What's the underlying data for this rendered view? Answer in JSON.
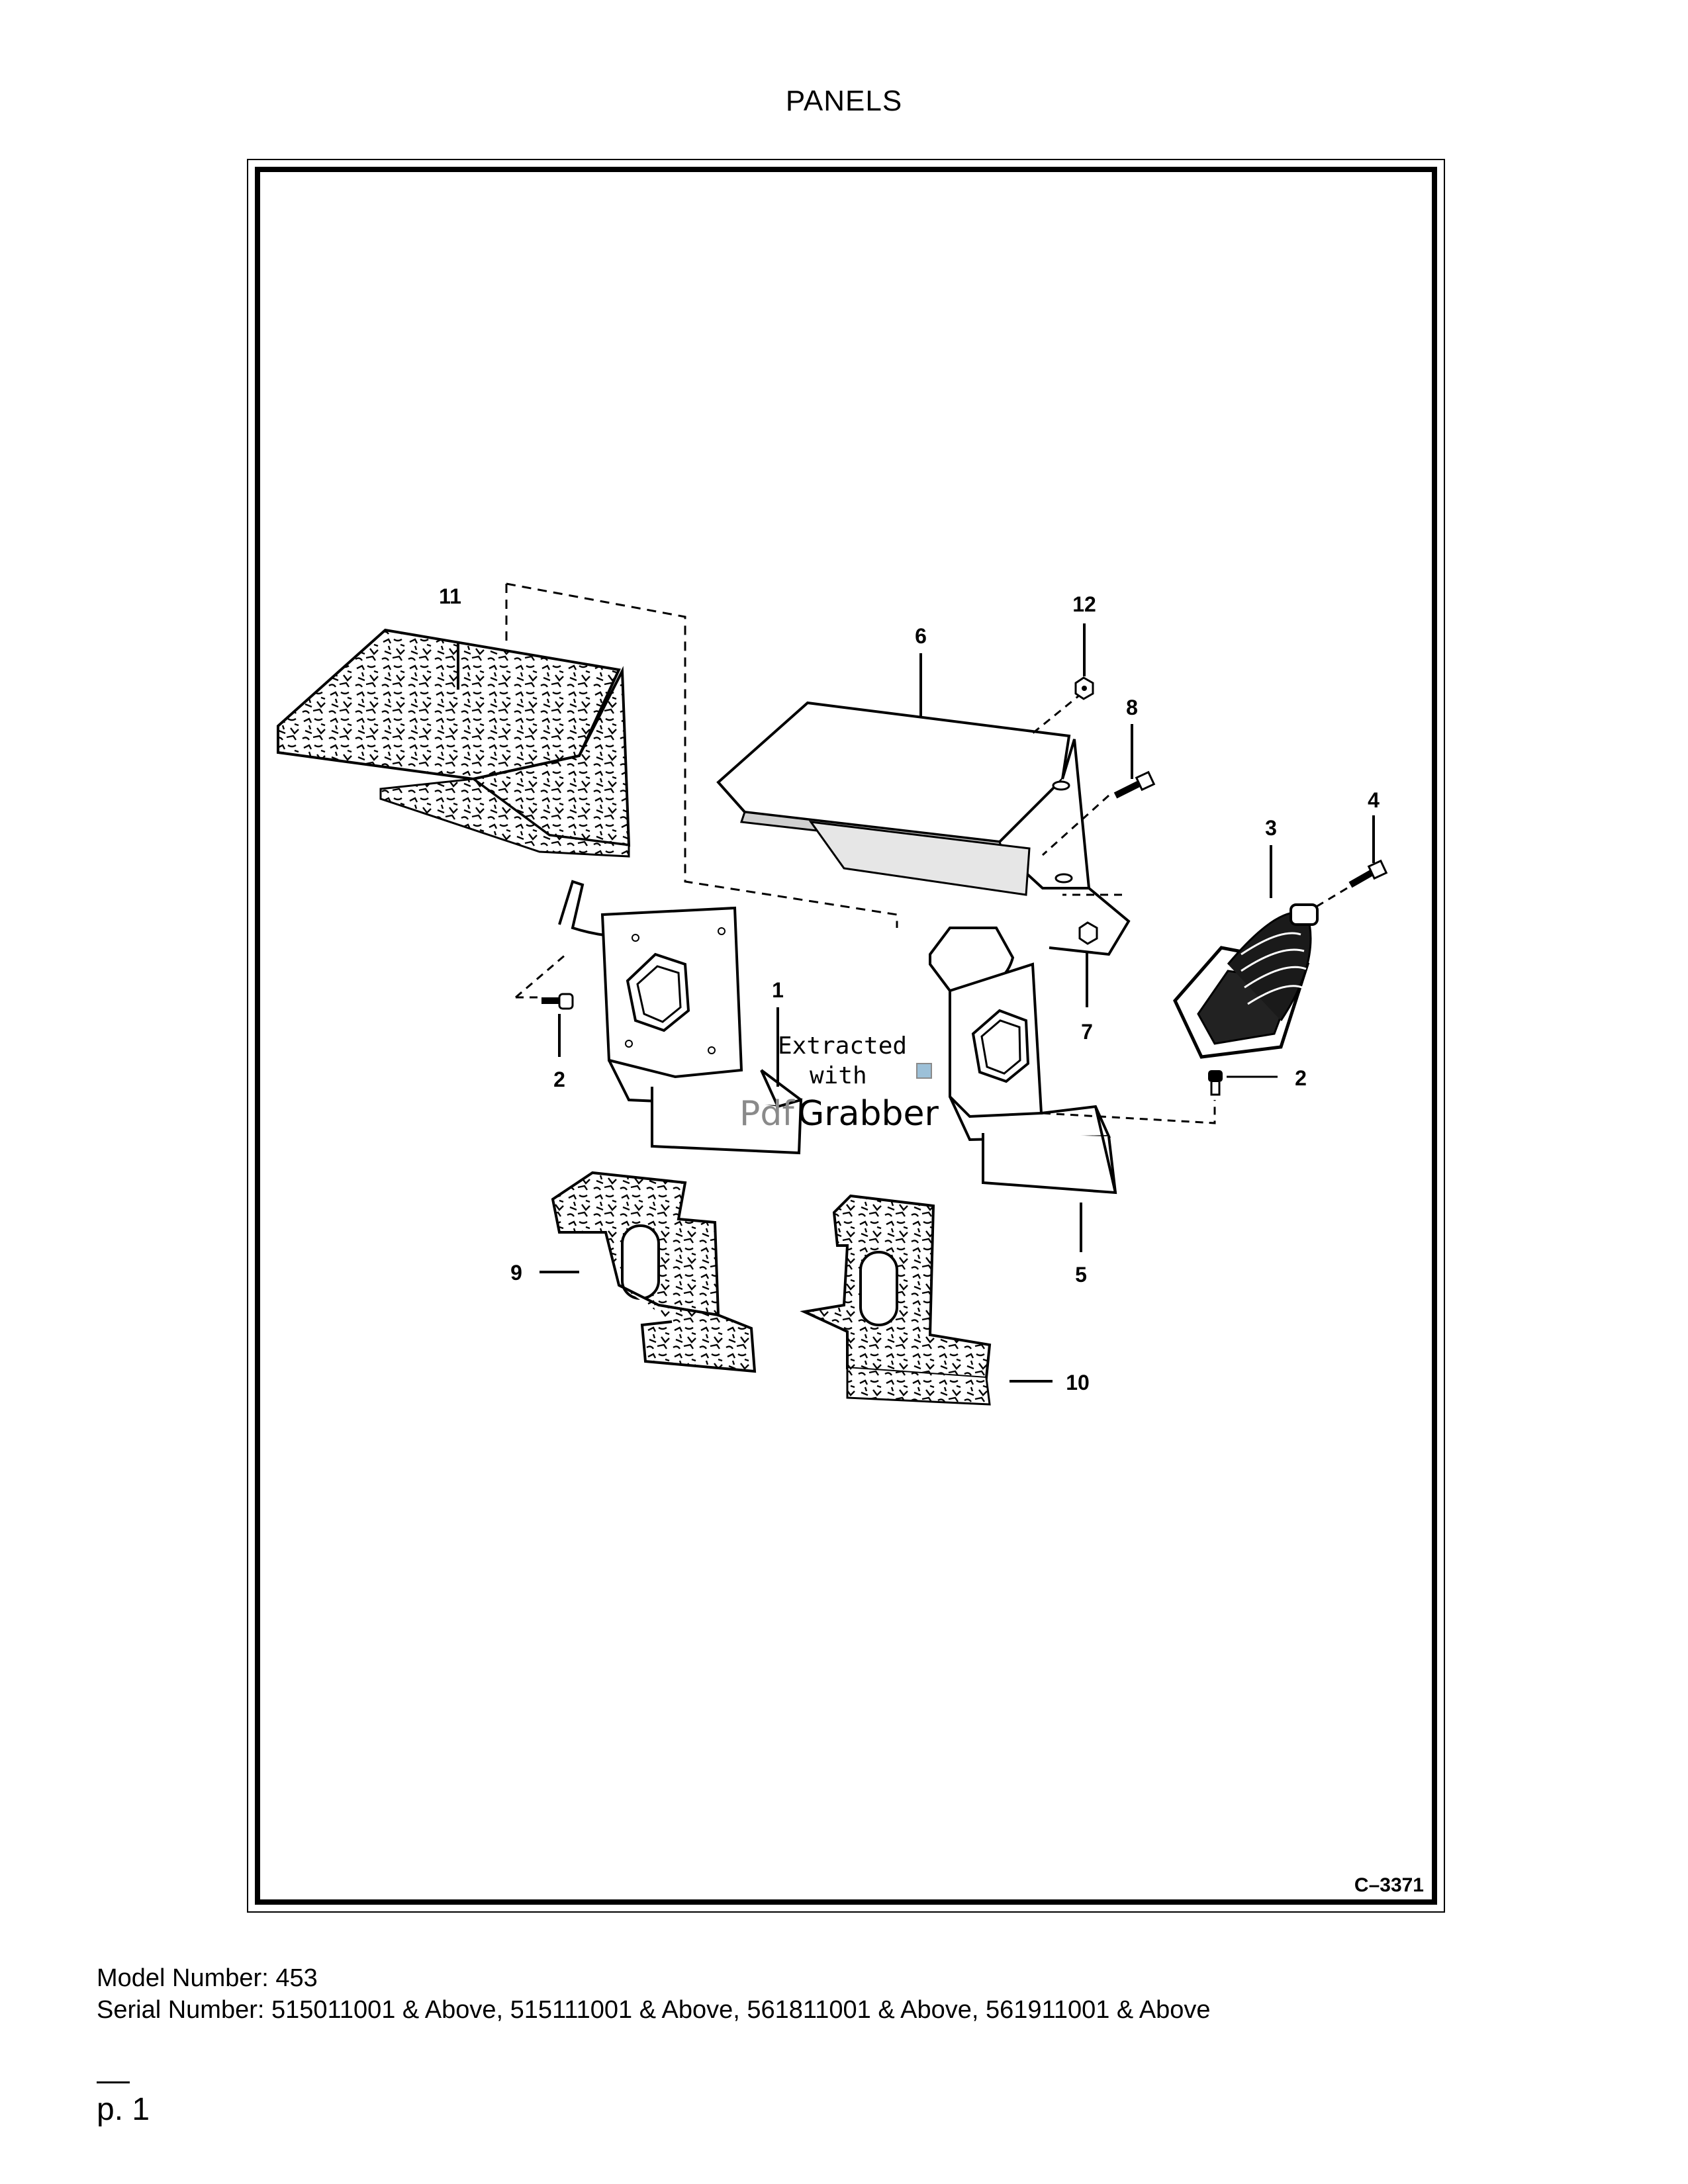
{
  "page": {
    "title": "PANELS",
    "figure_code": "C–3371",
    "model_line": "Model Number: 453",
    "serial_line": "Serial Number: 515011001 & Above, 515111001 & Above, 561811001 & Above, 561911001 & Above",
    "page_number": "p. 1"
  },
  "callouts": {
    "c1": "1",
    "c2a": "2",
    "c2b": "2",
    "c3": "3",
    "c4": "4",
    "c5": "5",
    "c6": "6",
    "c7": "7",
    "c8": "8",
    "c9": "9",
    "c10": "10",
    "c11": "11",
    "c12": "12"
  },
  "watermark": {
    "line1": "Extracted",
    "line2": "with",
    "brand_a": "Pdf",
    "brand_b": "Grabber"
  },
  "colors": {
    "ink": "#000000",
    "paper": "#ffffff",
    "shade": "#cfcfcf",
    "watermark_gray": "#8a8a8a"
  }
}
